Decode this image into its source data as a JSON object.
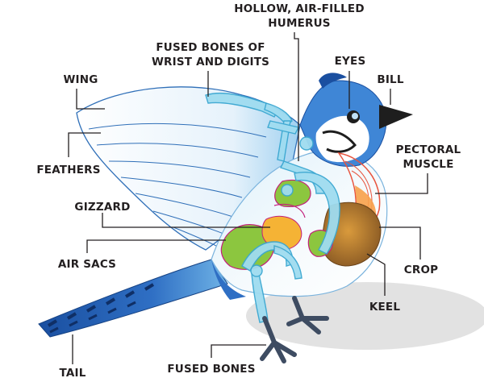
{
  "labels": {
    "humerus_1": "HOLLOW, AIR-FILLED",
    "humerus_2": "HUMERUS",
    "wrist_1": "FUSED BONES OF",
    "wrist_2": "WRIST AND DIGITS",
    "eyes": "EYES",
    "bill": "BILL",
    "wing": "WING",
    "pectoral_1": "PECTORAL",
    "pectoral_2": "MUSCLE",
    "feathers": "FEATHERS",
    "gizzard": "GIZZARD",
    "air_sacs": "AIR SACS",
    "crop": "CROP",
    "keel": "KEEL",
    "tail": "TAIL",
    "fused_bones": "FUSED BONES"
  },
  "colors": {
    "blue_dark": "#1a4fa0",
    "blue_mid": "#3f86d6",
    "bone_cyan": "#6fcde8",
    "air_sac_green": "#8cc63f",
    "gizzard_orange": "#f5b335",
    "crop_brown": "#b5762a",
    "pectoral_red": "#e8553f",
    "beak_black": "#1e1e1e",
    "leg_slate": "#3e4c62",
    "shadow_grey": "#dcdcdc"
  }
}
